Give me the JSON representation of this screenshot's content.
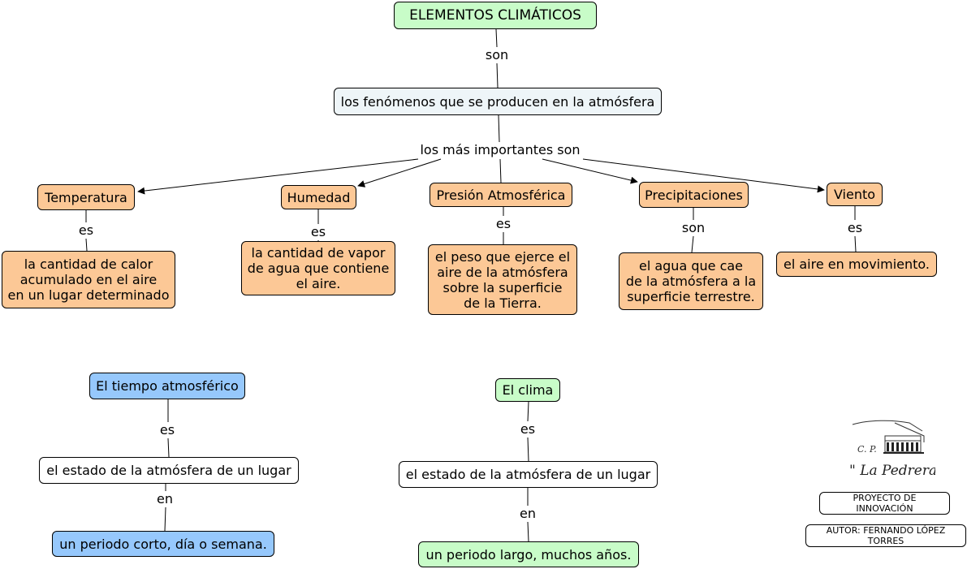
{
  "nodes": {
    "title": "ELEMENTOS CLIMÁTICOS",
    "fenomenos": "los fenómenos que se producen en la atmósfera",
    "temperatura": "Temperatura",
    "humedad": "Humedad",
    "presion": "Presión Atmosférica",
    "precipitaciones": "Precipitaciones",
    "viento": "Viento",
    "temp_def": "la cantidad de calor\nacumulado en el aire\nen un lugar determinado",
    "hum_def": "la cantidad de vapor\nde agua que contiene\nel aire.",
    "pres_def": "el peso que ejerce el\naire de la atmósfera\nsobre la superficie\nde la Tierra.",
    "prec_def": "el agua que cae\nde la atmósfera a la\nsuperficie terrestre.",
    "viento_def": "el aire en movimiento.",
    "tiempo": "El tiempo atmosférico",
    "tiempo_estado": "el estado de la atmósfera de un lugar",
    "tiempo_periodo": "un periodo corto, día o semana.",
    "clima": "El clima",
    "clima_estado": "el estado de la atmósfera de un lugar",
    "clima_periodo": "un periodo largo, muchos años.",
    "proyecto": "PROYECTO DE INNOVACIÓN",
    "autor": "AUTOR: FERNANDO LÓPEZ TORRES"
  },
  "labels": {
    "son_top": "son",
    "importantes": "los más importantes son",
    "es_temp": "es",
    "es_hum": "es",
    "es_pres": "es",
    "son_prec": "son",
    "es_viento": "es",
    "es_tiempo": "es",
    "en_tiempo": "en",
    "es_clima": "es",
    "en_clima": "en"
  },
  "logo": {
    "initials": "C. P.",
    "name": "\" La Pedrera \""
  },
  "colors": {
    "green": "#c8fcc8",
    "ice": "#eef5f8",
    "orange": "#fcc896",
    "blue": "#96c8fc",
    "white": "#ffffff"
  }
}
